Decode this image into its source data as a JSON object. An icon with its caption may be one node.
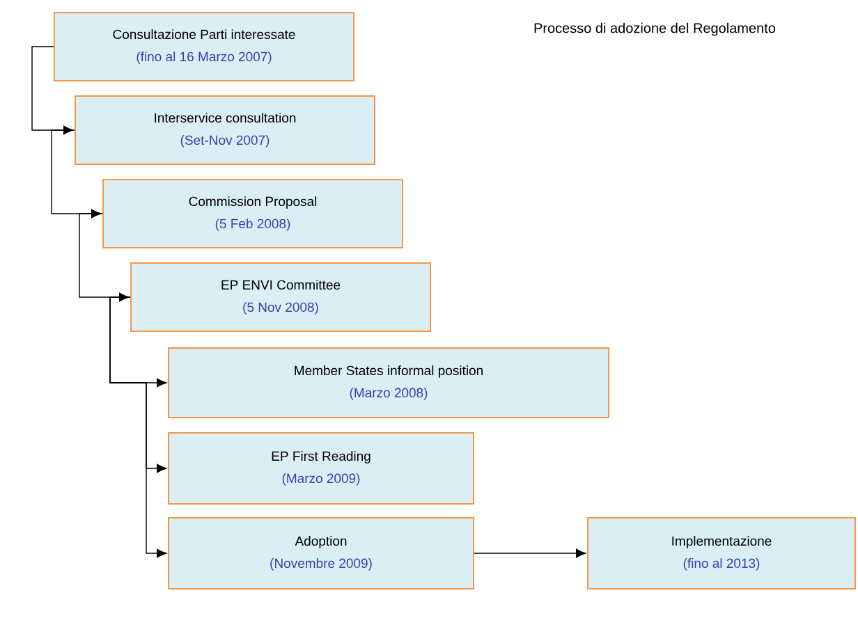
{
  "diagram": {
    "title": "Processo di adozione del Regolamento",
    "nodes": [
      {
        "text": [
          "Consultazione Parti interessate",
          "(fino al 16 Marzo 2007)"
        ]
      },
      {
        "text": [
          "Interservice consultation",
          "(Set-Nov 2007)"
        ]
      },
      {
        "text": [
          "Commission Proposal",
          "(5 Feb 2008)"
        ]
      },
      {
        "text": [
          "EP ENVI Committee",
          "(5 Nov 2008)"
        ]
      },
      {
        "text": [
          "Member States informal position",
          "(Marzo 2008)"
        ]
      },
      {
        "text": [
          "EP First Reading",
          "(Marzo 2009)"
        ]
      },
      {
        "text": [
          "Adoption",
          "(Novembre 2009)"
        ]
      },
      {
        "text": [
          "Implementazione",
          "(fino al 2013)"
        ]
      }
    ],
    "edges": [
      {
        "from": 0,
        "to": 1,
        "arrow": "to"
      },
      {
        "from": 1,
        "to": 2,
        "arrow": "to"
      },
      {
        "from": 2,
        "to": 3,
        "arrow": "to"
      },
      {
        "from": 3,
        "to": 4,
        "arrow": "to"
      },
      {
        "from": 3,
        "to": 5,
        "arrow": "to"
      },
      {
        "from": 3,
        "to": 6,
        "arrow": "to"
      },
      {
        "from": 6,
        "to": 7,
        "arrow": "to"
      }
    ]
  }
}
